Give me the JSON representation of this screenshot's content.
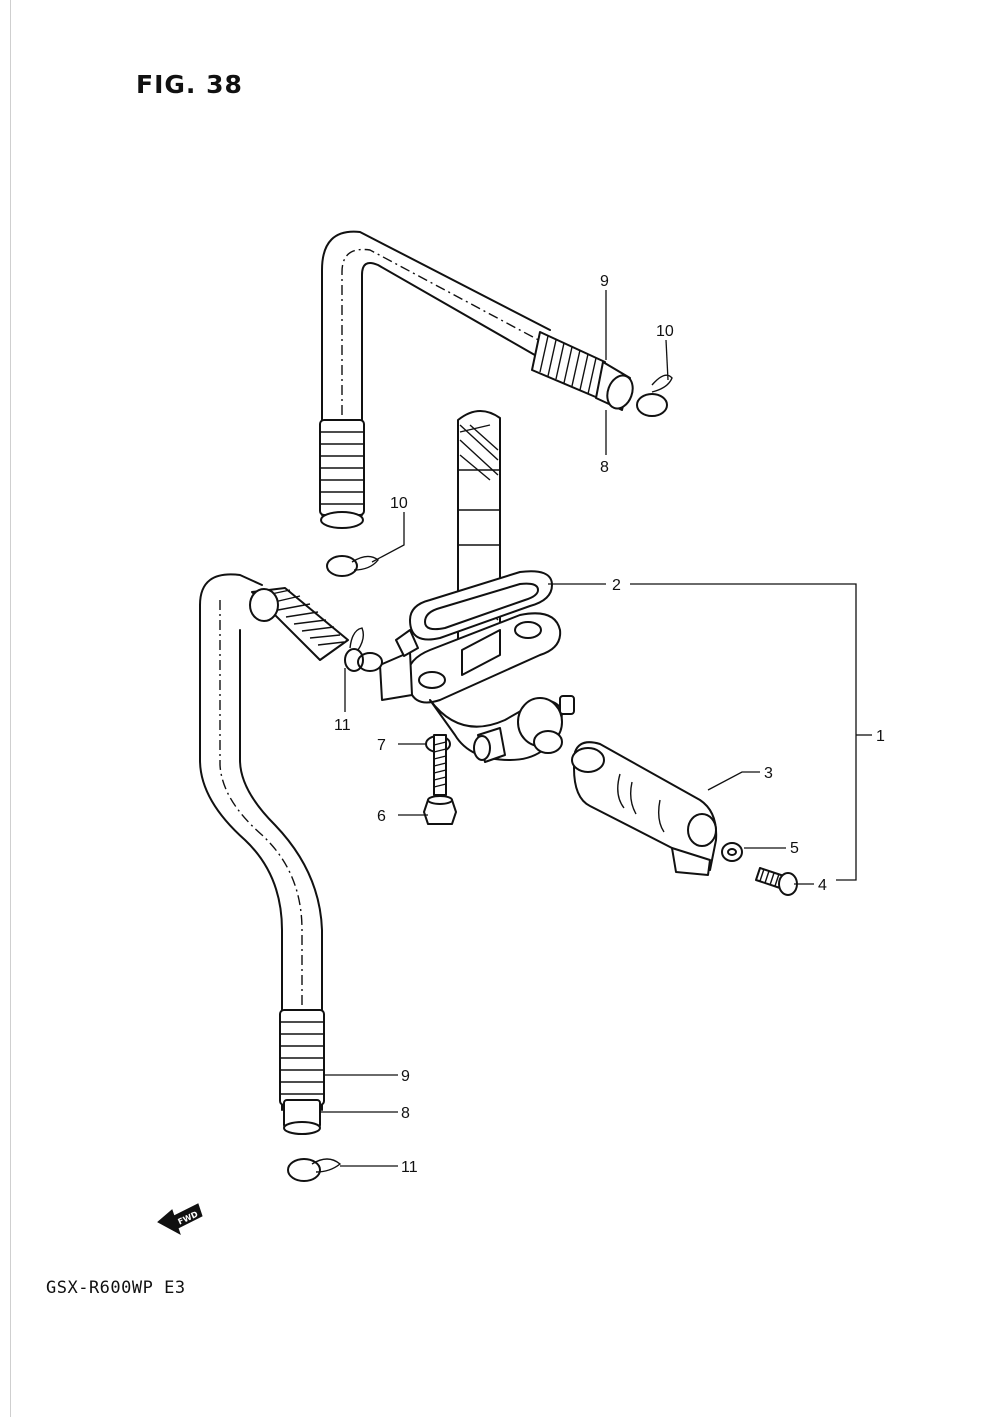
{
  "figure": {
    "title": "FIG. 38",
    "model": "GSX-R600WP E3",
    "fwd_label": "FWD"
  },
  "callouts": [
    {
      "id": "c9a",
      "label": "9"
    },
    {
      "id": "c10a",
      "label": "10"
    },
    {
      "id": "c8a",
      "label": "8"
    },
    {
      "id": "c10b",
      "label": "10"
    },
    {
      "id": "c2",
      "label": "2"
    },
    {
      "id": "c1",
      "label": "1"
    },
    {
      "id": "c11a",
      "label": "11"
    },
    {
      "id": "c7",
      "label": "7"
    },
    {
      "id": "c3",
      "label": "3"
    },
    {
      "id": "c6",
      "label": "6"
    },
    {
      "id": "c5",
      "label": "5"
    },
    {
      "id": "c4",
      "label": "4"
    },
    {
      "id": "c9b",
      "label": "9"
    },
    {
      "id": "c8b",
      "label": "8"
    },
    {
      "id": "c11b",
      "label": "11"
    }
  ],
  "parts": {
    "hose_upper": "hose",
    "hose_lower": "hose",
    "fuel_cock": "fuel-cock-body",
    "lever": "cock-lever",
    "clamps": "hose-clamp"
  },
  "colors": {
    "ink": "#111111",
    "paper": "#ffffff"
  }
}
